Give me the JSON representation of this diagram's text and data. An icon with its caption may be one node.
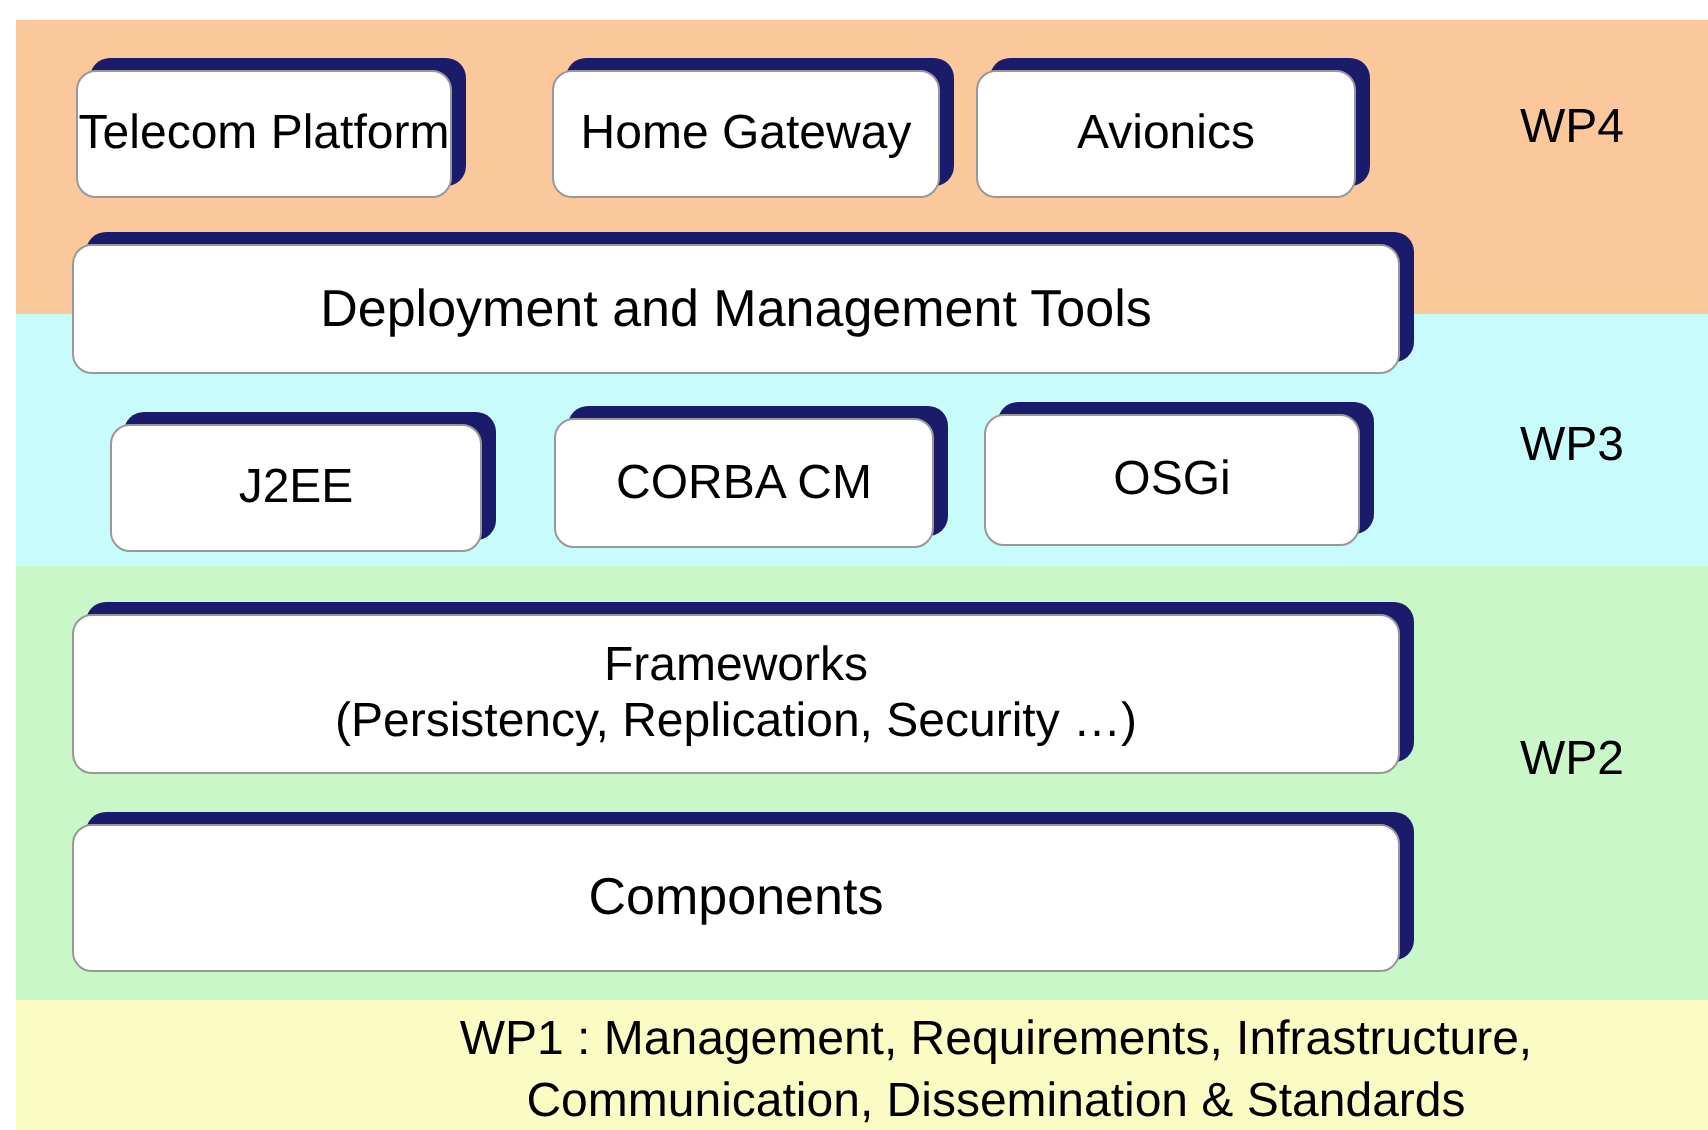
{
  "diagram": {
    "nodes": [
      {
        "text": [
          "WP4"
        ]
      },
      {
        "text": [
          "Telecom Platform"
        ],
        "in": 0
      },
      {
        "text": [
          "Home Gateway"
        ],
        "in": 0
      },
      {
        "text": [
          "Avionics"
        ],
        "in": 0
      },
      {
        "text": [
          "Deployment and Management Tools"
        ]
      },
      {
        "text": [
          "WP3"
        ]
      },
      {
        "text": [
          "J2EE"
        ],
        "in": 5
      },
      {
        "text": [
          "CORBA CM"
        ],
        "in": 5
      },
      {
        "text": [
          "OSGi"
        ],
        "in": 5
      },
      {
        "text": [
          "WP2"
        ]
      },
      {
        "text": [
          "Frameworks",
          "(Persistency, Replication, Security …)"
        ],
        "in": 9
      },
      {
        "text": [
          "Components"
        ],
        "in": 9
      },
      {
        "text": [
          "WP1 : Management, Requirements, Infrastructure, Communication, Dissemination & Standards"
        ]
      }
    ]
  }
}
